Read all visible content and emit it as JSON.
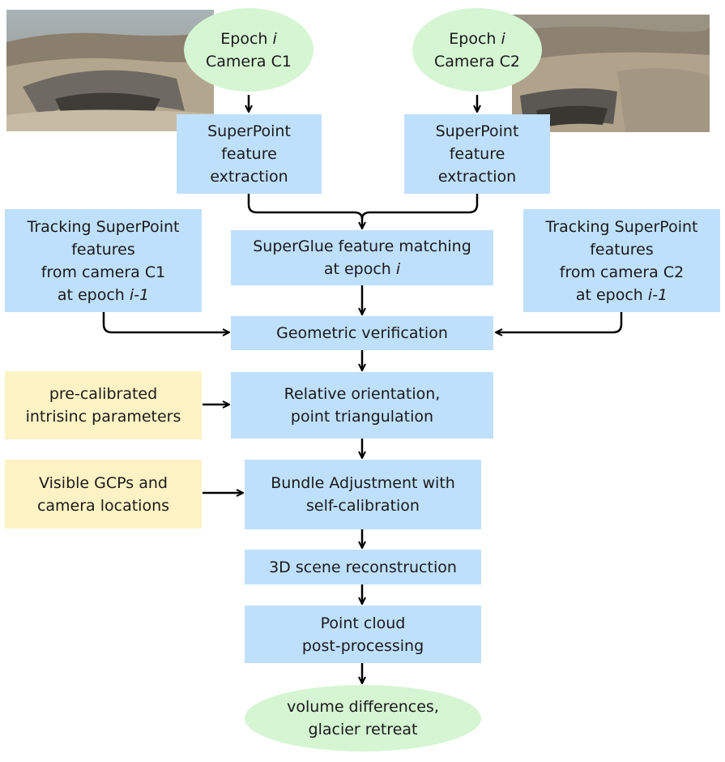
{
  "nodes": {
    "epoch_c1": [
      "Epoch i",
      "Camera C1"
    ],
    "epoch_c2": [
      "Epoch i",
      "Camera C2"
    ],
    "sp_c1": [
      "SuperPoint",
      "feature",
      "extraction"
    ],
    "sp_c2": [
      "SuperPoint",
      "feature",
      "extraction"
    ],
    "track_c1": [
      "Tracking SuperPoint",
      "features",
      "from camera C1",
      "at epoch i-1"
    ],
    "track_c2": [
      "Tracking SuperPoint",
      "features",
      "from camera C2",
      "at epoch i-1"
    ],
    "superglue": [
      "SuperGlue feature matching",
      "at epoch i"
    ],
    "geo": [
      "Geometric verification"
    ],
    "intrinsic": [
      "pre-calibrated",
      "intrisinc parameters"
    ],
    "relori": [
      "Relative orientation,",
      "point triangulation"
    ],
    "gcp": [
      "Visible GCPs and",
      "camera locations"
    ],
    "bundle": [
      "Bundle Adjustment with",
      "self-calibration"
    ],
    "recon": [
      "3D scene reconstruction"
    ],
    "pointcloud": [
      "Point cloud",
      "post-processing"
    ],
    "output": [
      "volume differences,",
      "glacier retreat"
    ]
  },
  "images": {
    "left": "glacier-photo-camera-c1",
    "right": "glacier-photo-camera-c2"
  }
}
